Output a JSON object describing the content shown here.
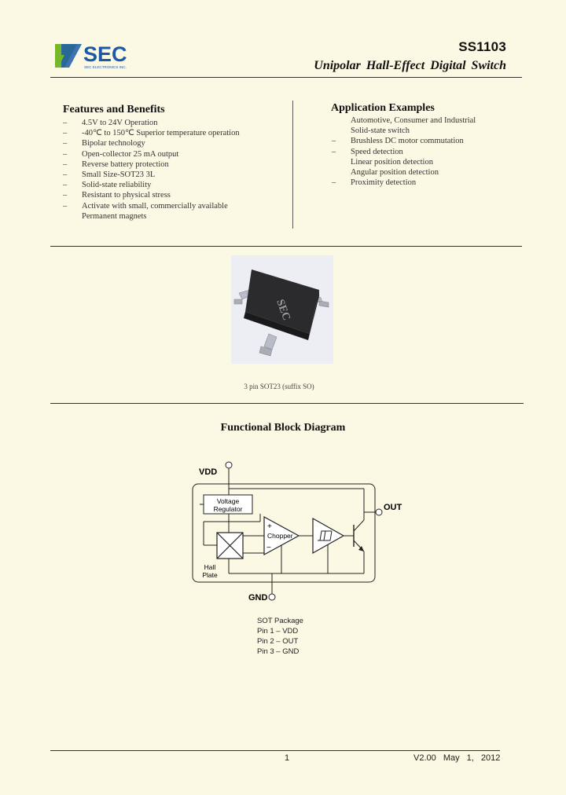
{
  "header": {
    "logo_text": "SEC",
    "logo_subtext": "SEC ELECTRONICS INC.",
    "part_number": "SS1103",
    "subtitle": "Unipolar Hall-Effect Digital Switch"
  },
  "features": {
    "heading": "Features and Benefits",
    "items": [
      {
        "text": "4.5V to 24V Operation",
        "dash": true
      },
      {
        "text": "-40℃ to 150℃ Superior temperature operation",
        "dash": true
      },
      {
        "text": "Bipolar technology",
        "dash": true
      },
      {
        "text": "Open-collector 25 mA output",
        "dash": true
      },
      {
        "text": "Reverse battery protection",
        "dash": true
      },
      {
        "text": "Small Size-SOT23 3L",
        "dash": true
      },
      {
        "text": "Solid-state reliability",
        "dash": true
      },
      {
        "text": "Resistant to physical stress",
        "dash": true
      },
      {
        "text": "Activate with small, commercially available",
        "dash": true
      },
      {
        "text": "Permanent magnets",
        "dash": false
      }
    ]
  },
  "applications": {
    "heading": "Application Examples",
    "items": [
      {
        "text": "Automotive, Consumer and Industrial",
        "dash": false
      },
      {
        "text": "Solid-state switch",
        "dash": false
      },
      {
        "text": "Brushless DC motor commutation",
        "dash": true
      },
      {
        "text": "Speed detection",
        "dash": true
      },
      {
        "text": "Linear position detection",
        "dash": false
      },
      {
        "text": "Angular position detection",
        "dash": false
      },
      {
        "text": "Proximity detection",
        "dash": true
      }
    ]
  },
  "package_photo": {
    "chip_marking": "SEC",
    "caption": "3 pin SOT23 (suffix SO)"
  },
  "block_diagram": {
    "title": "Functional Block Diagram",
    "vdd": "VDD",
    "out": "OUT",
    "gnd": "GND",
    "regulator_line1": "Voltage",
    "regulator_line2": "Regulator",
    "chopper": "Chopper",
    "plus": "+",
    "minus": "−",
    "hall_line1": "Hall",
    "hall_line2": "Plate"
  },
  "pinout": {
    "title": "SOT Package",
    "pins": [
      "Pin 1 – VDD",
      "Pin 2 – OUT",
      "Pin 3 – GND"
    ]
  },
  "footer": {
    "page": "1",
    "version": "V2.00",
    "date": "May 1, 2012"
  },
  "colors": {
    "page_background": "#fbf8e3",
    "logo_blue": "#1c5aa8",
    "logo_green": "#76b82a"
  }
}
